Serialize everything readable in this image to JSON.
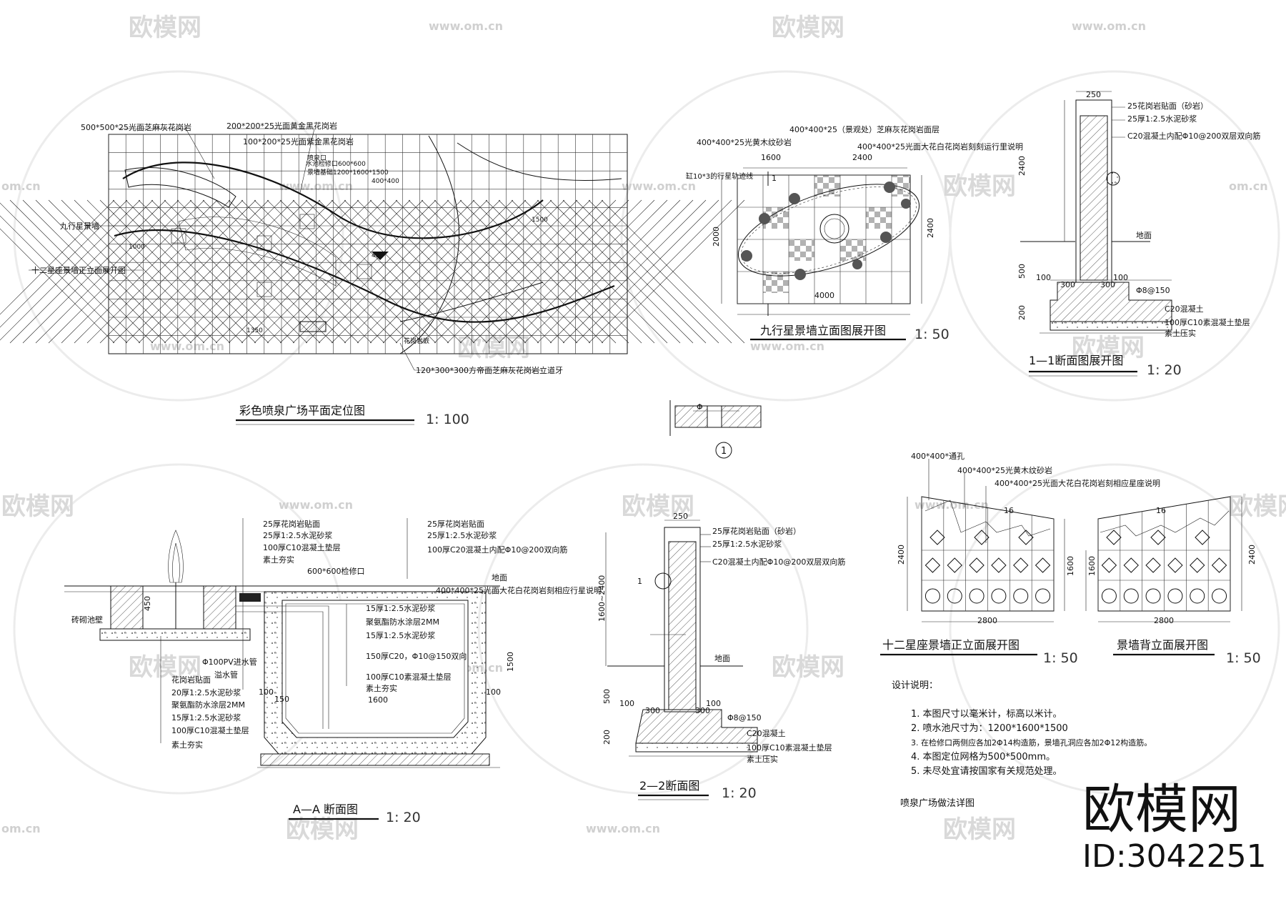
{
  "watermark": {
    "brand": "欧模网",
    "url": "www.om.cn",
    "url_short": "om.cn",
    "id_label": "ID:3042251"
  },
  "plan": {
    "title": "彩色喷泉广场平面定位图",
    "scale": "1: 100",
    "labels": {
      "top1": "500*500*25光面芝麻灰花岗岩",
      "top2": "200*200*25光面黄金黑花岗岩",
      "top3": "100*200*25光面紫金黑花岗岩",
      "left1": "九行星景墙",
      "left2": "十二星座景墙正立面展开图",
      "bottom": "120*300*300方帝面芝麻灰花岗岩立道牙",
      "c1": "喷泉口",
      "c2": "水池检修口600*600",
      "c3": "景墙基础1200*1600*1500",
      "c4": "400*400",
      "c5": "1000",
      "c6": "1500",
      "c7": "4.5",
      "c8": "花岗岩嵌",
      "c9": "1350"
    }
  },
  "nine_wall": {
    "title": "九行星景墙立面图展开图",
    "scale": "1: 50",
    "labels": {
      "l1": "400*400*25光黄木纹砂岩",
      "l2": "400*400*25（景观处）芝麻灰花岗岩面层",
      "l3": "400*400*25光面大花白花岗岩刻刻运行里说明",
      "l4": "缸10*3的行星轨迹线",
      "d1": "1600",
      "d2": "2400",
      "d3": "2000",
      "d4": "2400",
      "d5": "4000",
      "sec": "1"
    }
  },
  "section11": {
    "title": "1—1断面图展开图",
    "scale": "1: 20",
    "labels": {
      "w": "250",
      "a1": "25花岗岩贴面（砂岩）",
      "a2": "25厚1:2.5水泥砂浆",
      "a3": "C20混凝土内配Φ10@200双层双向筋",
      "h": "2400",
      "g": "地面",
      "d500": "500",
      "d100a": "100",
      "d300a": "300",
      "d300b": "300",
      "d100b": "100",
      "bar": "Φ8@150",
      "d200": "200",
      "b1": "C20混凝土",
      "b2": "100厚C10素混凝土垫层",
      "b3": "素土压实"
    }
  },
  "detail1": {
    "num": "1",
    "dim": "Φ"
  },
  "sectionAA": {
    "title": "A—A 断面图",
    "scale": "1: 20",
    "labels": {
      "r1": "25厚花岗岩贴面",
      "r2": "25厚1:2.5水泥砂浆",
      "r3": "100厚C10混凝土垫层",
      "r4": "素土夯实",
      "q1": "25厚花岗岩贴面",
      "q2": "25厚1:2.5水泥砂浆",
      "q3": "100厚C20混凝土内配Φ10@200双向筋",
      "hatch": "600*600检修口",
      "ground": "地面",
      "p1": "400*400*25光面大花白花岗岩刻相应行星说明",
      "m1": "15厚1:2.5水泥砂浆",
      "m2": "聚氨酯防水涂层2MM",
      "m3": "15厚1:2.5水泥砂浆",
      "m4": "150厚C20，Φ10@150双向",
      "m5": "100厚C10素混凝土垫层",
      "m6": "素土夯实",
      "side": "砖砌池壁",
      "h450": "450",
      "pipe1": "Φ100PV进水管",
      "pipe2": "溢水管",
      "f1": "花岗岩贴面",
      "f2": "20厚1:2.5水泥砂浆",
      "f3": "聚氨酯防水涂层2MM",
      "f4": "15厚1:2.5水泥砂浆",
      "f5": "100厚C10混凝土垫层",
      "f6": "素土夯实",
      "d100a": "100",
      "d150": "150",
      "d1600": "1600",
      "d100b": "100",
      "d1500": "1500"
    }
  },
  "section22": {
    "title": "2—2断面图",
    "scale": "1: 20",
    "labels": {
      "w": "250",
      "a1": "25厚花岗岩贴面（砂岩）",
      "a2": "25厚1:2.5水泥砂浆",
      "a3": "C20混凝土内配Φ10@200双层双向筋",
      "h": "1600~2400",
      "mark": "1",
      "g": "地面",
      "d500": "500",
      "d100": "100",
      "d300a": "300",
      "d300b": "300",
      "d100b": "100",
      "bar": "Φ8@150",
      "d200": "200",
      "b1": "C20混凝土",
      "b2": "100厚C10素混凝土垫层",
      "b3": "素土压实"
    }
  },
  "zodiac": {
    "front_title": "十二星座景墙正立面展开图",
    "front_scale": "1: 50",
    "back_title": "景墙背立面展开图",
    "back_scale": "1: 50",
    "labels": {
      "l1": "400*400*通孔",
      "l2": "400*400*25光黄木纹砂岩",
      "l3": "400*400*25光面大花白花岗岩刻相应星座说明",
      "n16a": "16",
      "n16b": "16",
      "h1": "2400",
      "h2": "1600",
      "h3": "1600",
      "h4": "2400",
      "w1": "2800",
      "w2": "2800"
    }
  },
  "notes": {
    "heading": "设计说明：",
    "items": [
      "1. 本图尺寸以毫米计，标高以米计。",
      "2. 喷水池尺寸为：1200*1600*1500",
      "3. 在检修口两侧应各加2Φ14构造筋，景墙孔洞应各加2Φ12构造筋。",
      "4. 本图定位网格为500*500mm。",
      "5. 未尽处宜请按国家有关规范处理。"
    ],
    "footer": "喷泉广场做法详图"
  }
}
